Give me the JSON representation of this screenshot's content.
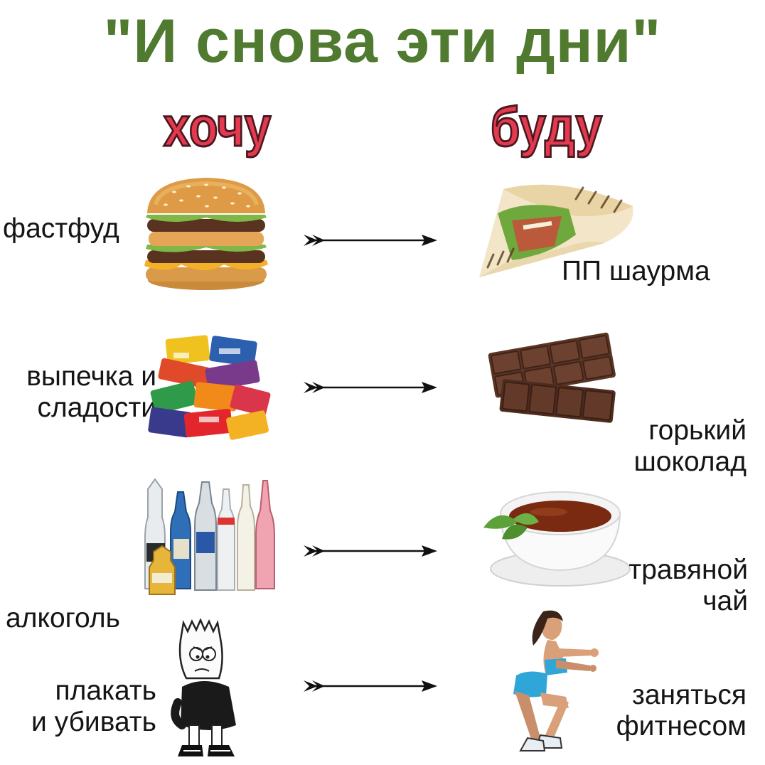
{
  "title": "\"И снова эти дни\"",
  "columns": {
    "want": "хочу",
    "will": "буду"
  },
  "rows": [
    {
      "want_label": [
        "фастфуд"
      ],
      "will_label": [
        "ПП шаурма"
      ],
      "want_icon": "burger-icon",
      "will_icon": "shawarma-icon"
    },
    {
      "want_label": [
        "выпечка и",
        "сладости"
      ],
      "will_label": [
        "горький",
        "шоколад"
      ],
      "want_icon": "sweets-pile-icon",
      "will_icon": "chocolate-bar-icon"
    },
    {
      "want_label": [
        "алкоголь"
      ],
      "will_label": [
        "травяной",
        "чай"
      ],
      "want_icon": "bottles-icon",
      "will_icon": "tea-cup-icon"
    },
    {
      "want_label": [
        "плакать",
        "и убивать"
      ],
      "will_label": [
        "заняться",
        "фитнесом"
      ],
      "want_icon": "sad-cartoon-character-icon",
      "will_icon": "fitness-woman-icon"
    }
  ],
  "colors": {
    "title": "#4f7a2f",
    "heading_fill": "#e33a4f",
    "heading_stroke": "#4a1820",
    "text": "#151515"
  }
}
